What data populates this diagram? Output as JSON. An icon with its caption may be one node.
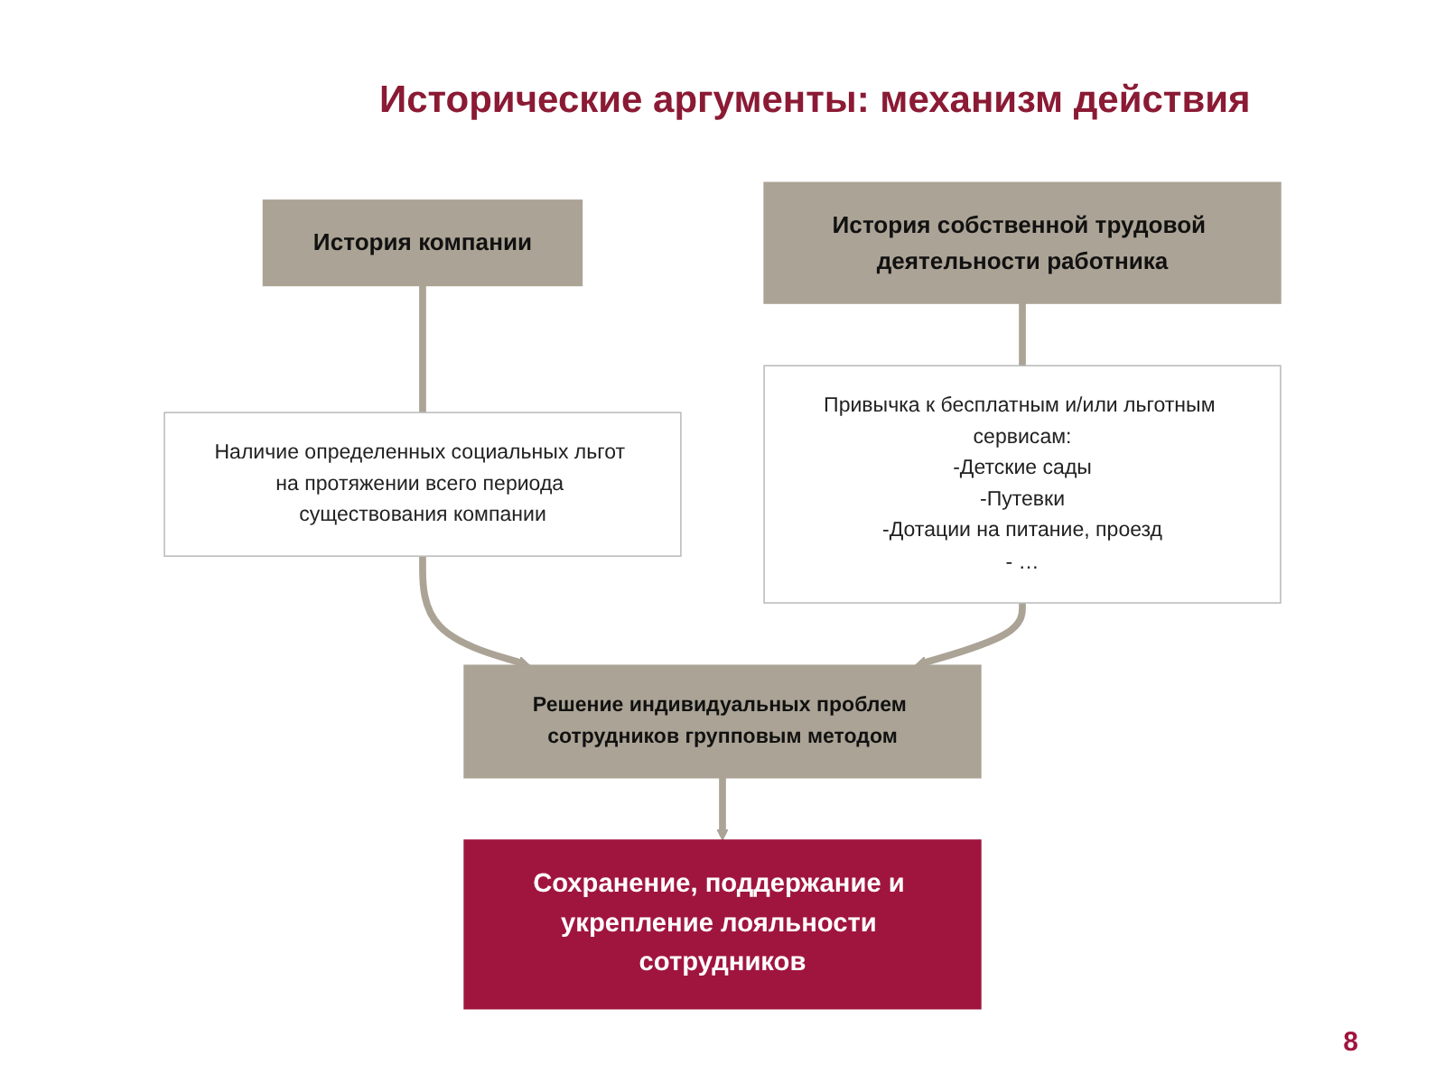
{
  "diagram": {
    "title": "Исторические аргументы: механизм действия",
    "nodes": [
      {
        "text": [
          "История компании"
        ]
      },
      {
        "text": [
          "Наличие определенных социальных льгот на протяжении всего периода существования компании"
        ]
      },
      {
        "text": [
          "История собственной трудовой деятельности работника"
        ]
      },
      {
        "text": [
          "Привычка к бесплатным и/или льготным сервисам:",
          "-Детские сады",
          "-Путевки",
          "-Дотации на питание, проезд",
          "- …"
        ]
      },
      {
        "text": [
          "Решение индивидуальных проблем сотрудников групповым методом"
        ]
      },
      {
        "text": [
          "Сохранение, поддержание и укрепление лояльности сотрудников"
        ]
      }
    ],
    "edges": [
      {
        "from": 0,
        "to": 1,
        "arrow": "none"
      },
      {
        "from": 2,
        "to": 3,
        "arrow": "none"
      },
      {
        "from": 1,
        "to": 4,
        "arrow": "to"
      },
      {
        "from": 3,
        "to": 4,
        "arrow": "to"
      },
      {
        "from": 4,
        "to": 5,
        "arrow": "to"
      }
    ],
    "labels": [
      "8"
    ]
  }
}
